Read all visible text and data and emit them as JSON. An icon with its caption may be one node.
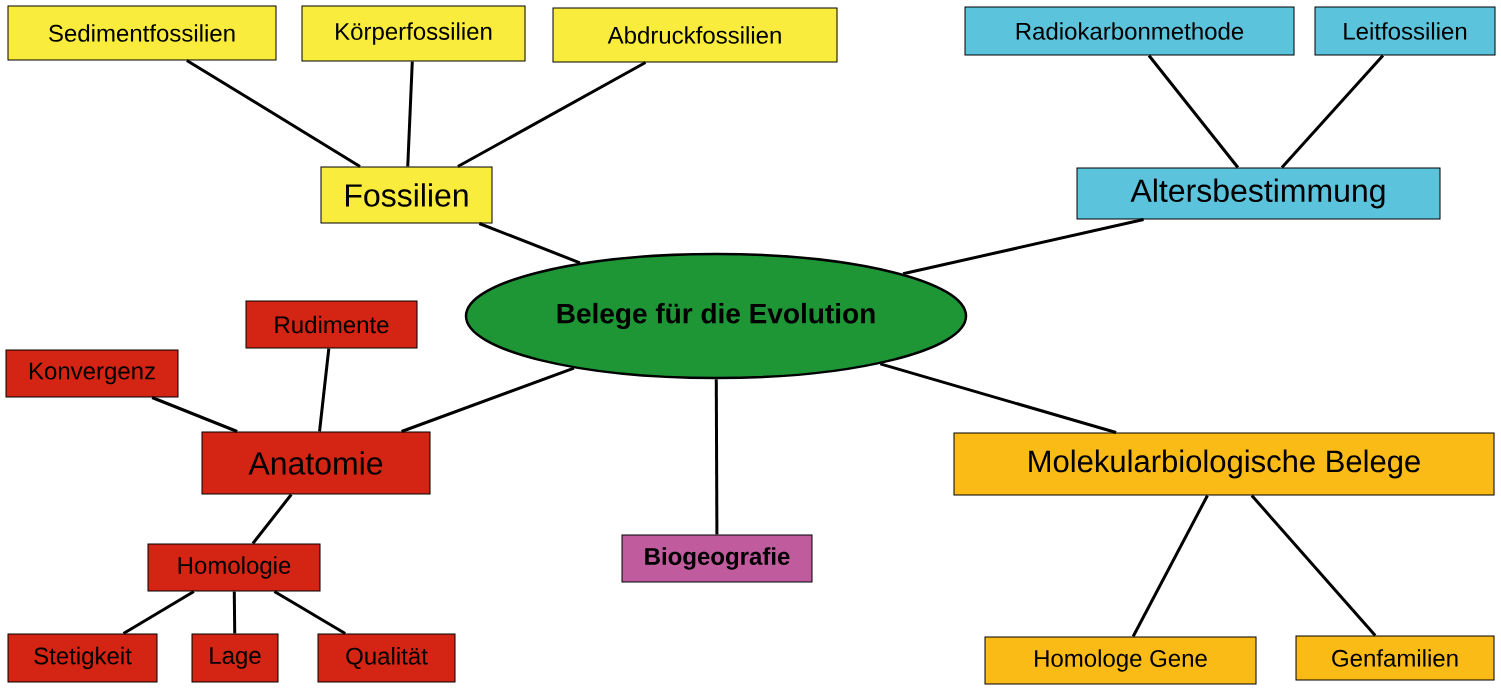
{
  "diagram": {
    "nodes": [
      {
        "text": [
          "Belege für die Evolution"
        ]
      },
      {
        "text": [
          "Fossilien"
        ]
      },
      {
        "text": [
          "Sedimentfossilien"
        ]
      },
      {
        "text": [
          "Körperfossilien"
        ]
      },
      {
        "text": [
          "Abdruckfossilien"
        ]
      },
      {
        "text": [
          "Altersbestimmung"
        ]
      },
      {
        "text": [
          "Radiokarbonmethode"
        ]
      },
      {
        "text": [
          "Leitfossilien"
        ]
      },
      {
        "text": [
          "Molekularbiologische Belege"
        ]
      },
      {
        "text": [
          "Homologe Gene"
        ]
      },
      {
        "text": [
          "Genfamilien"
        ]
      },
      {
        "text": [
          "Biogeografie"
        ]
      },
      {
        "text": [
          "Anatomie"
        ]
      },
      {
        "text": [
          "Rudimente"
        ]
      },
      {
        "text": [
          "Konvergenz"
        ]
      },
      {
        "text": [
          "Homologie"
        ]
      },
      {
        "text": [
          "Stetigkeit"
        ]
      },
      {
        "text": [
          "Lage"
        ]
      },
      {
        "text": [
          "Qualität"
        ]
      }
    ],
    "edges": [
      {
        "from": 0,
        "to": 1,
        "arrow": "none"
      },
      {
        "from": 1,
        "to": 2,
        "arrow": "none"
      },
      {
        "from": 1,
        "to": 3,
        "arrow": "none"
      },
      {
        "from": 1,
        "to": 4,
        "arrow": "none"
      },
      {
        "from": 0,
        "to": 5,
        "arrow": "none"
      },
      {
        "from": 5,
        "to": 6,
        "arrow": "none"
      },
      {
        "from": 5,
        "to": 7,
        "arrow": "none"
      },
      {
        "from": 0,
        "to": 8,
        "arrow": "none"
      },
      {
        "from": 8,
        "to": 9,
        "arrow": "none"
      },
      {
        "from": 8,
        "to": 10,
        "arrow": "none"
      },
      {
        "from": 0,
        "to": 11,
        "arrow": "none"
      },
      {
        "from": 0,
        "to": 12,
        "arrow": "none"
      },
      {
        "from": 12,
        "to": 13,
        "arrow": "none"
      },
      {
        "from": 12,
        "to": 14,
        "arrow": "none"
      },
      {
        "from": 12,
        "to": 15,
        "arrow": "none"
      },
      {
        "from": 15,
        "to": 16,
        "arrow": "none"
      },
      {
        "from": 15,
        "to": 17,
        "arrow": "none"
      },
      {
        "from": 15,
        "to": 18,
        "arrow": "none"
      }
    ]
  }
}
